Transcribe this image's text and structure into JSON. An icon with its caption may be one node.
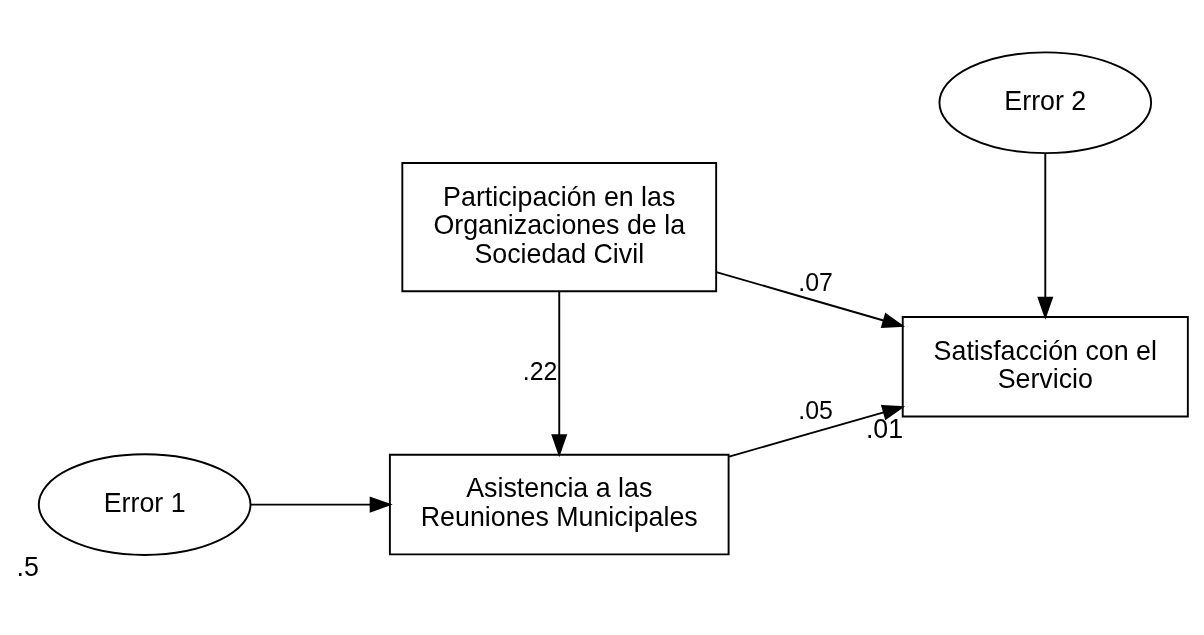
{
  "diagram": {
    "nodes": [
      {
        "text": [
          "Error 1"
        ],
        "beside": [
          ".5"
        ]
      },
      {
        "text": [
          "Asistencia a las Reuniones Municipales"
        ]
      },
      {
        "text": [
          "Participación en las Organizaciones de la Sociedad Civil"
        ]
      },
      {
        "text": [
          "Satisfacción con el Servicio"
        ],
        "beside": [
          ".01"
        ]
      },
      {
        "text": [
          "Error 2"
        ]
      }
    ],
    "edges": [
      {
        "from": 0,
        "to": 1,
        "arrow": "to"
      },
      {
        "from": 1,
        "to": 3,
        "arrow": "to",
        "label": ".05"
      },
      {
        "from": 2,
        "to": 1,
        "arrow": "to",
        "label": ".22"
      },
      {
        "from": 2,
        "to": 3,
        "arrow": "to",
        "label": ".07"
      },
      {
        "from": 4,
        "to": 3,
        "arrow": "to"
      }
    ]
  }
}
